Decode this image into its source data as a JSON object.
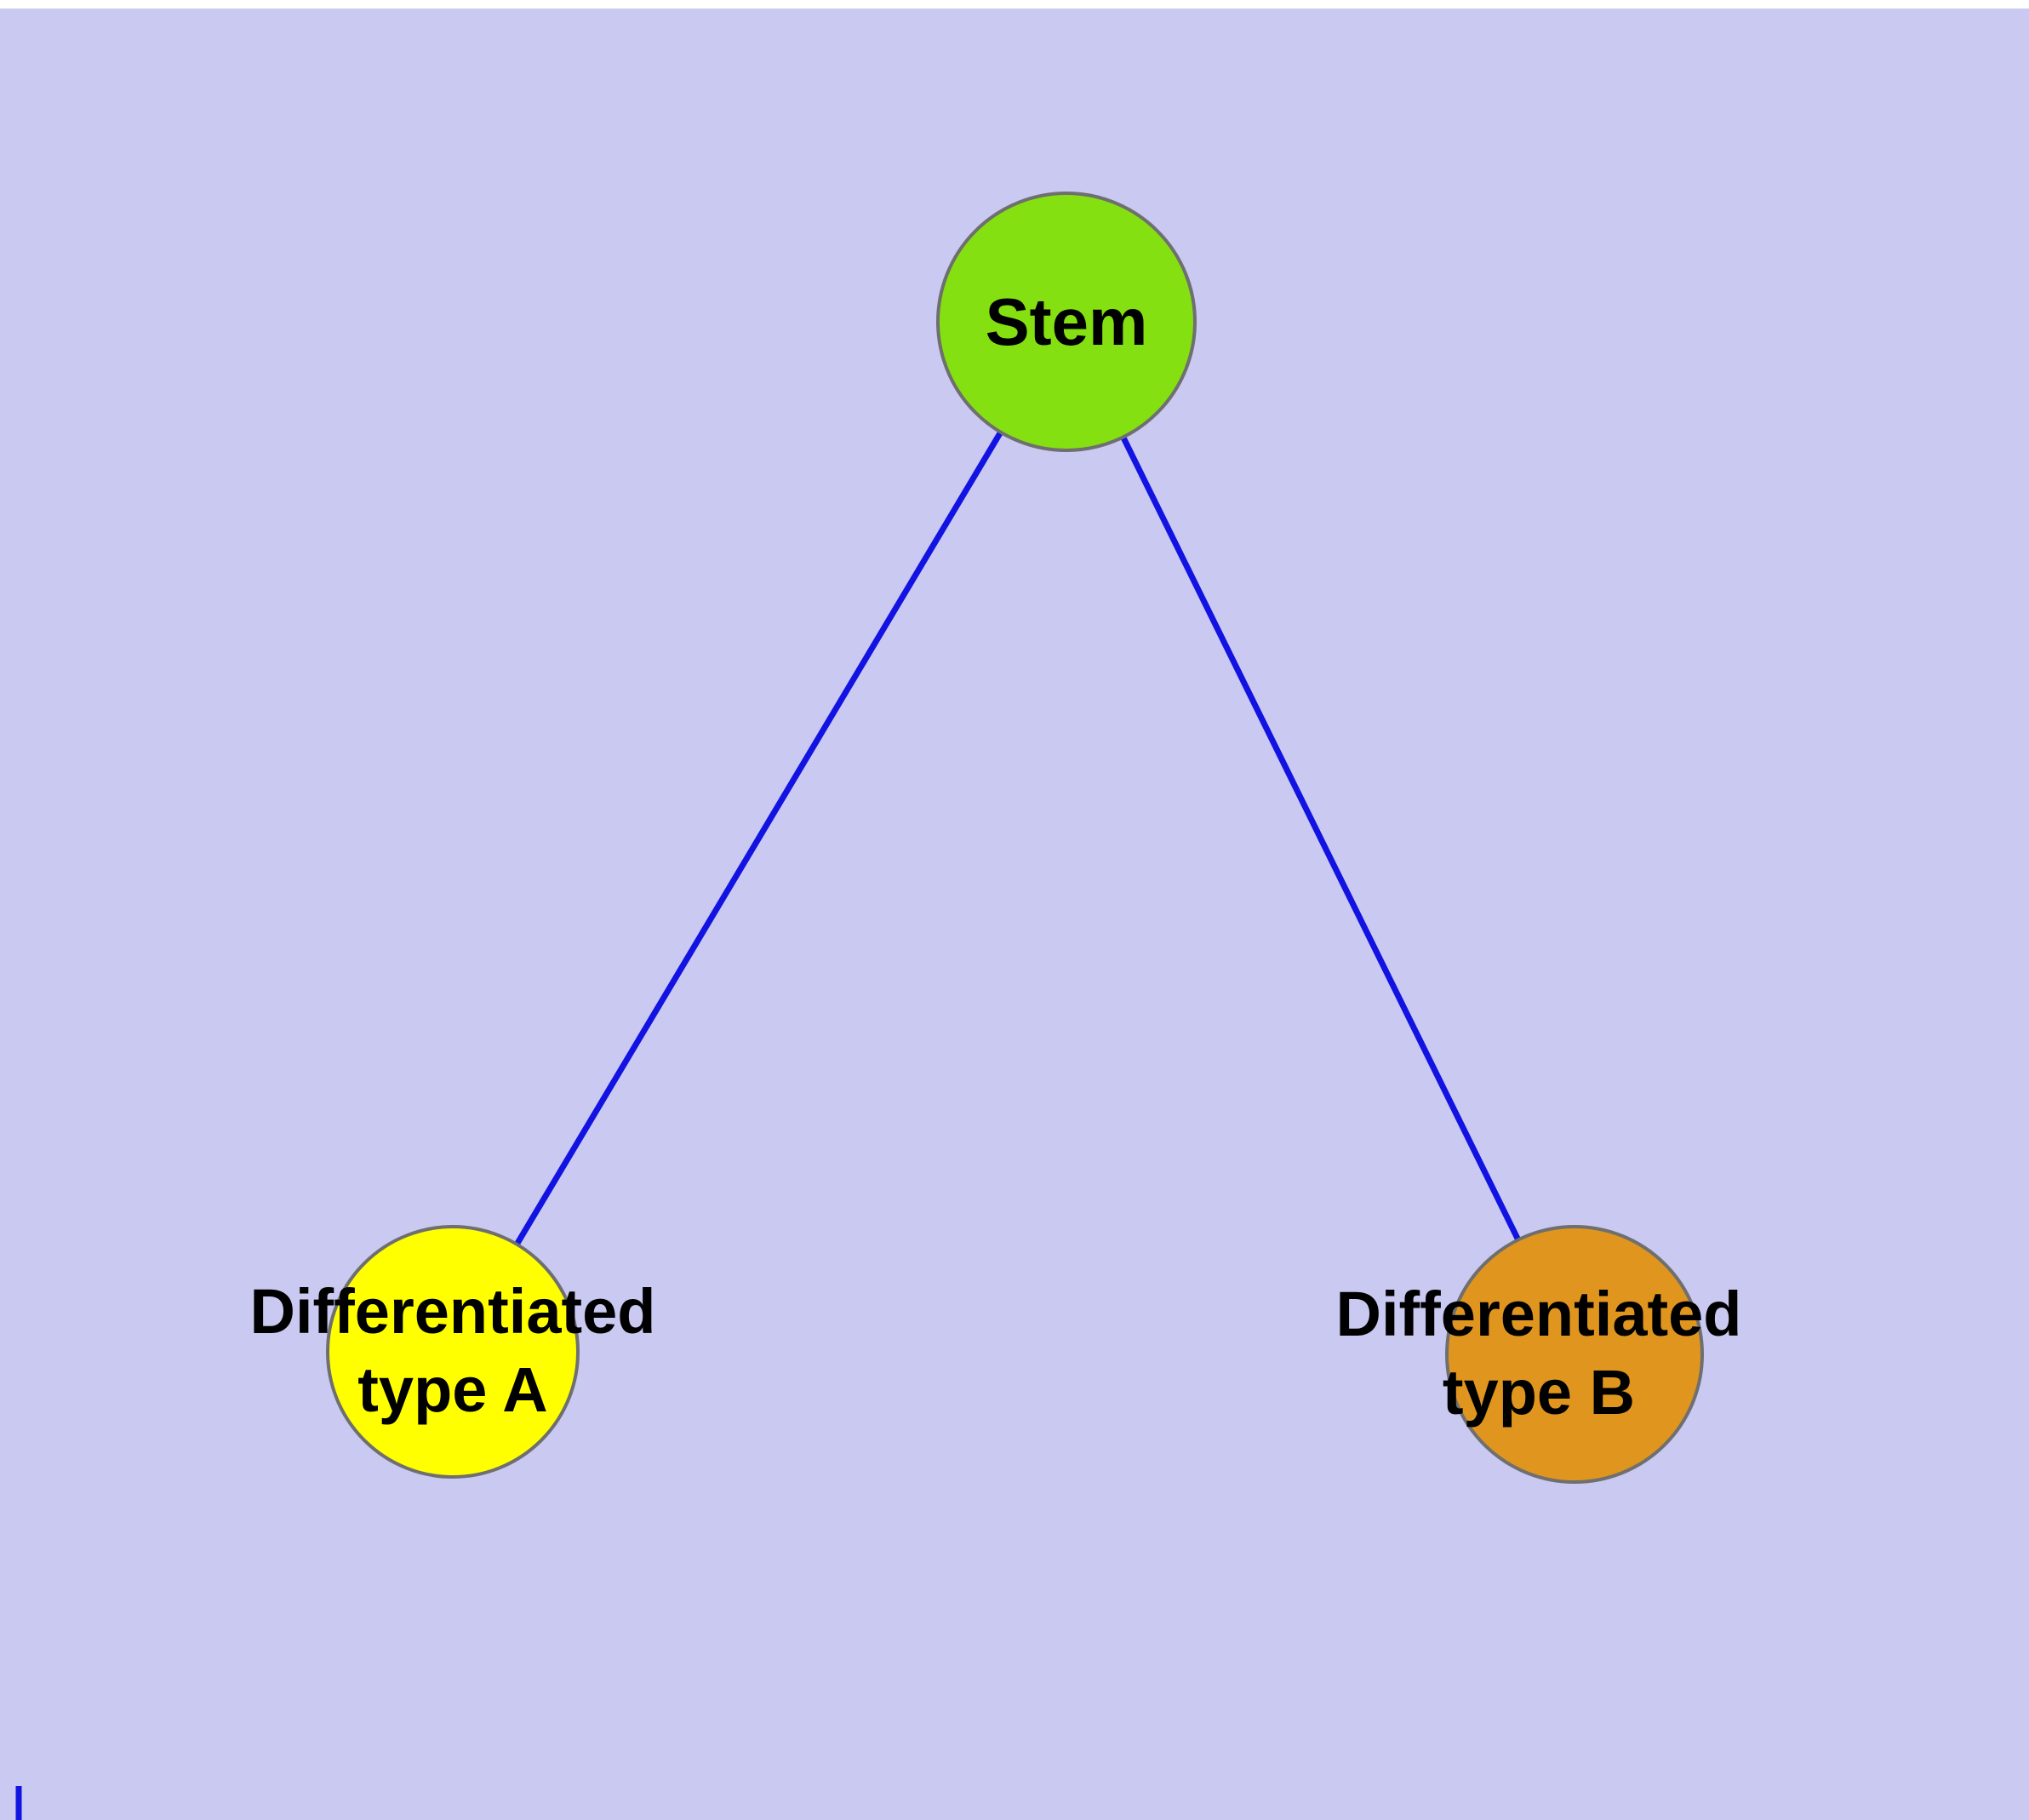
{
  "diagram": {
    "background_color": "#c9c9f1",
    "edge_color": "#1212e2",
    "edge_fragment_color": "#1212e2",
    "node_border_color": "#6f6f6f",
    "label_color": "#000000",
    "nodes": {
      "stem": {
        "label": "Stem",
        "fill": "#84e011"
      },
      "type_a": {
        "label_line1": "Differentiated",
        "label_line2": "type A",
        "fill": "#ffff00"
      },
      "type_b": {
        "label_line1": "Differentiated",
        "label_line2": "type B",
        "fill": "#e0961e"
      }
    },
    "edges": [
      {
        "from": "Stem",
        "to": "Differentiated type A"
      },
      {
        "from": "Stem",
        "to": "Differentiated type B"
      }
    ]
  }
}
